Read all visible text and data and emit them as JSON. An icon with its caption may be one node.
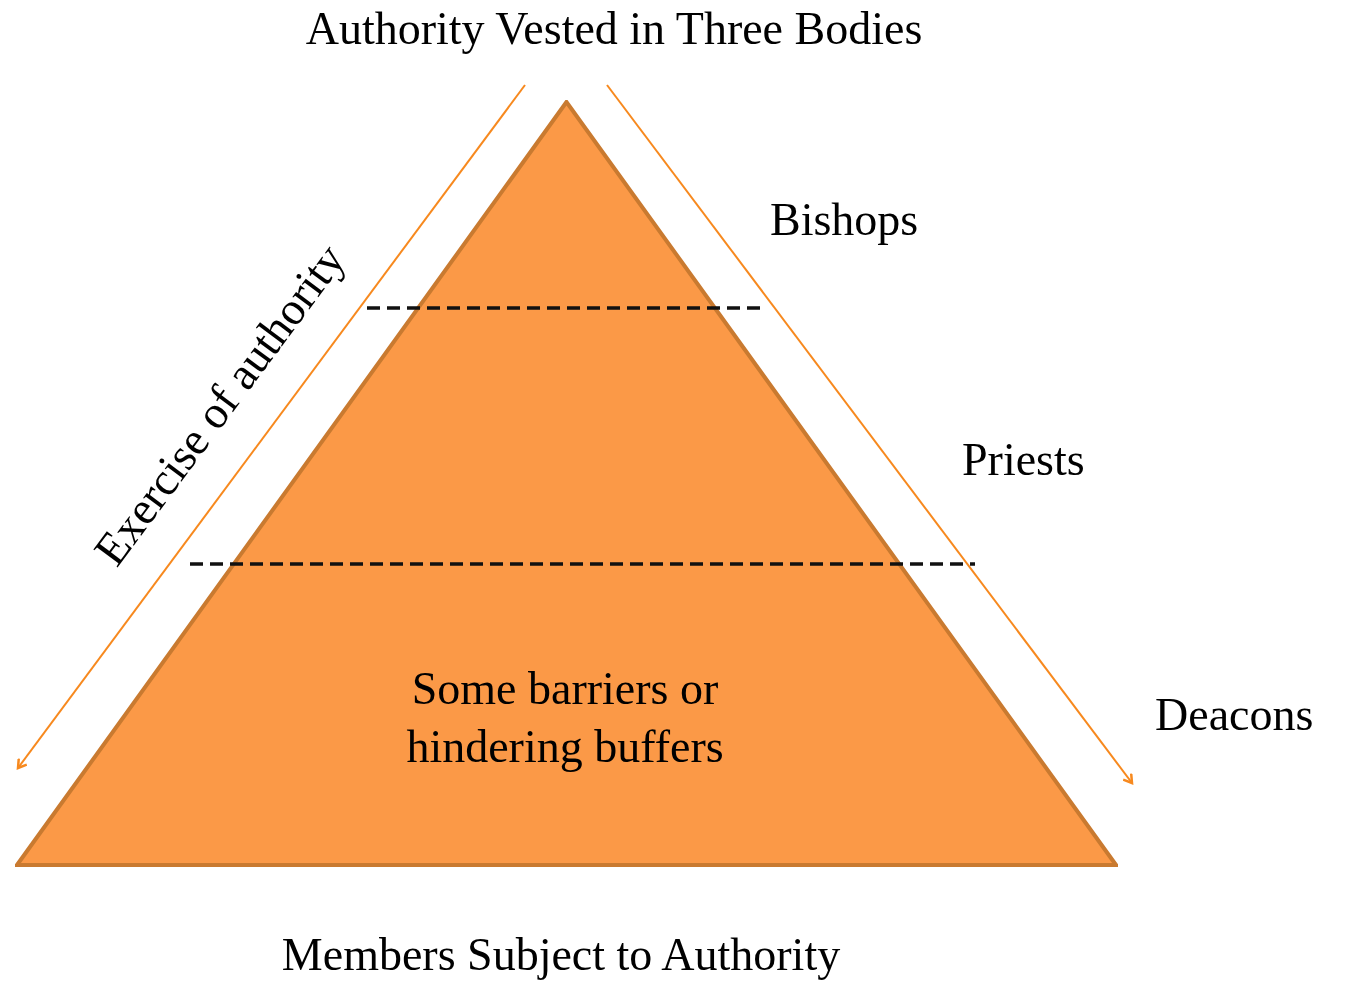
{
  "diagram": {
    "title": "Authority Vested in Three Bodies",
    "caption": "Members Subject to Authority",
    "nodes": [
      {
        "text": [
          "Some barriers or hindering buffers"
        ]
      }
    ],
    "edges": [],
    "labels": [
      "Bishops",
      "Exercise of authority",
      "Priests",
      "Deacons"
    ]
  }
}
